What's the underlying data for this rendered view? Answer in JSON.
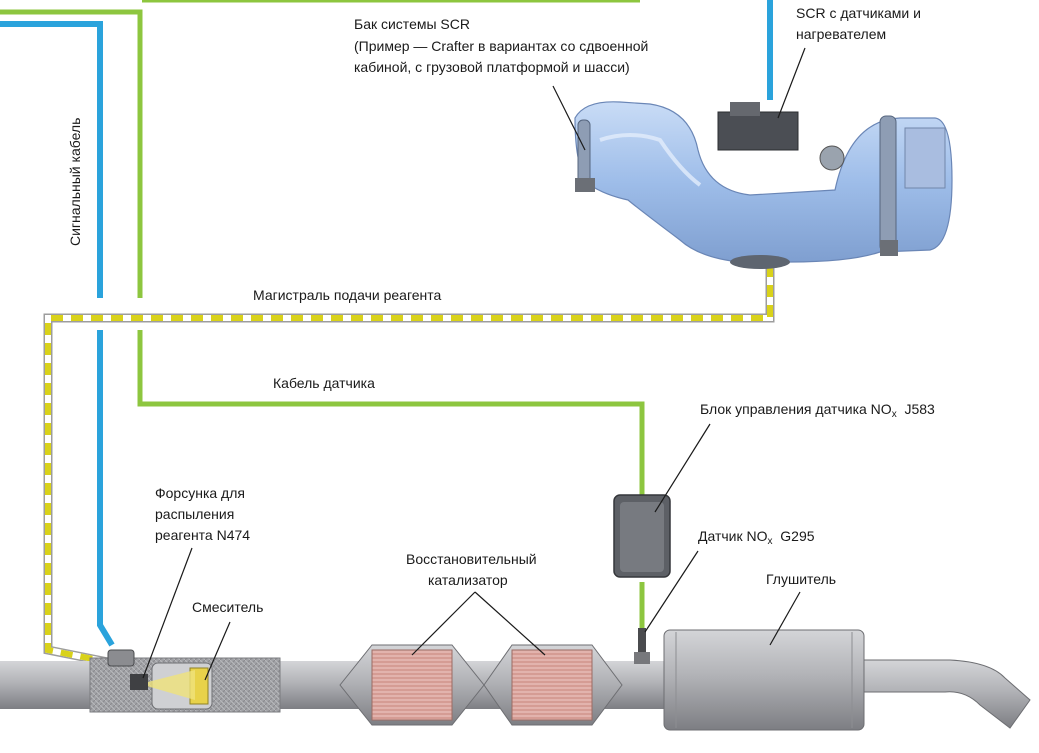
{
  "labels": {
    "tank_title": "Бак системы SCR",
    "tank_note_line1": "(Пример — Crafter в вариантах со сдвоенной",
    "tank_note_line2": "кабиной, с грузовой платформой и шасси)",
    "scr_sensors_line1": "SCR с датчиками и",
    "scr_sensors_line2": "нагревателем",
    "signal_cable": "Сигнальный кабель",
    "reagent_line": "Магистраль подачи реагента",
    "sensor_cable": "Кабель датчика",
    "nox_control_unit_prefix": "Блок управления датчика NO",
    "nox_control_unit_sub": "x",
    "nox_control_unit_code": "J583",
    "injector_line1": "Форсунка для",
    "injector_line2": "распыления",
    "injector_line3": "реагента N474",
    "mixer": "Смеситель",
    "catalyst_line1": "Восстановительный",
    "catalyst_line2": "катализатор",
    "nox_sensor_prefix": "Датчик NO",
    "nox_sensor_sub": "x",
    "nox_sensor_code": "G295",
    "muffler": "Глушитель"
  },
  "colors": {
    "signal_cable": "#2aa3dc",
    "sensor_cable": "#8dc63f",
    "reagent_line_dash": "#d9d21a",
    "tank": "#a9c7ee",
    "pipe": "#a8a9ad",
    "catalyst_core": "#d8a29b"
  }
}
